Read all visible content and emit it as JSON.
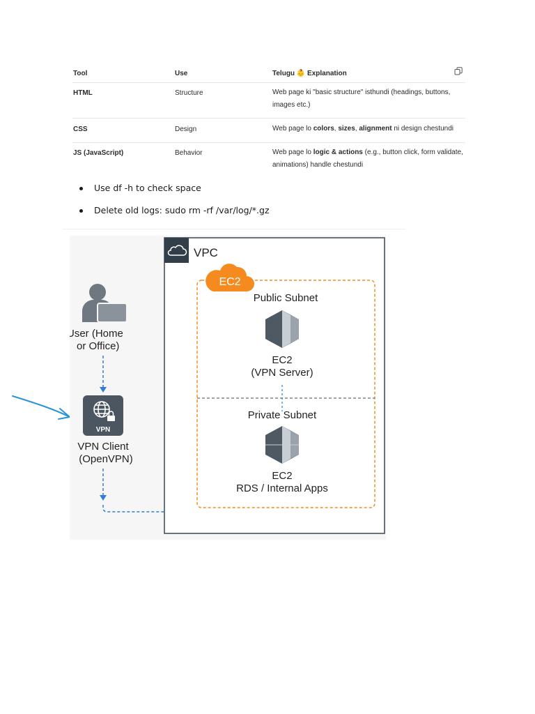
{
  "table": {
    "headers": [
      "Tool",
      "Use",
      "Telugu 👶 Explanation"
    ],
    "rows": [
      {
        "tool": "HTML",
        "use": "Structure",
        "exp_l1": "Web page ki \"basic structure\" isthundi (headings, buttons,",
        "exp_l2": "images etc.)"
      },
      {
        "tool": "CSS",
        "use": "Design",
        "exp_pre": "Web page lo ",
        "exp_b1": "colors",
        "exp_s1": ", ",
        "exp_b2": "sizes",
        "exp_s2": ", ",
        "exp_b3": "alignment",
        "exp_post": " ni design chestundi"
      },
      {
        "tool": "JS (JavaScript)",
        "use": "Behavior",
        "exp_pre": "Web page lo ",
        "exp_b1": "logic & actions",
        "exp_post": " (e.g., button click, form validate,",
        "exp_l2": "animations) handle chestundi"
      }
    ]
  },
  "bullets": [
    "Use df -h to check space",
    "Delete old logs: sudo rm -rf /var/log/*.gz"
  ],
  "diagram": {
    "vpc_label": "VPC",
    "ec2_badge": "EC2",
    "public_subnet": "Public Subnet",
    "private_subnet": "Private Subnet",
    "vpn_server_l1": "EC2",
    "vpn_server_l2": "(VPN Server)",
    "internal_l1": "EC2",
    "internal_l2": "RDS / Internal Apps",
    "user_l1": "User (Home",
    "user_l2": "or Office)",
    "vpn_icon_label": "VPN",
    "vpn_client_l1": "VPN Client",
    "vpn_client_l2": "(OpenVPN)",
    "colors": {
      "orange": "#f58a1f",
      "navy": "#323f4b",
      "blue": "#2f7fd4",
      "server": "#4e5964"
    }
  }
}
